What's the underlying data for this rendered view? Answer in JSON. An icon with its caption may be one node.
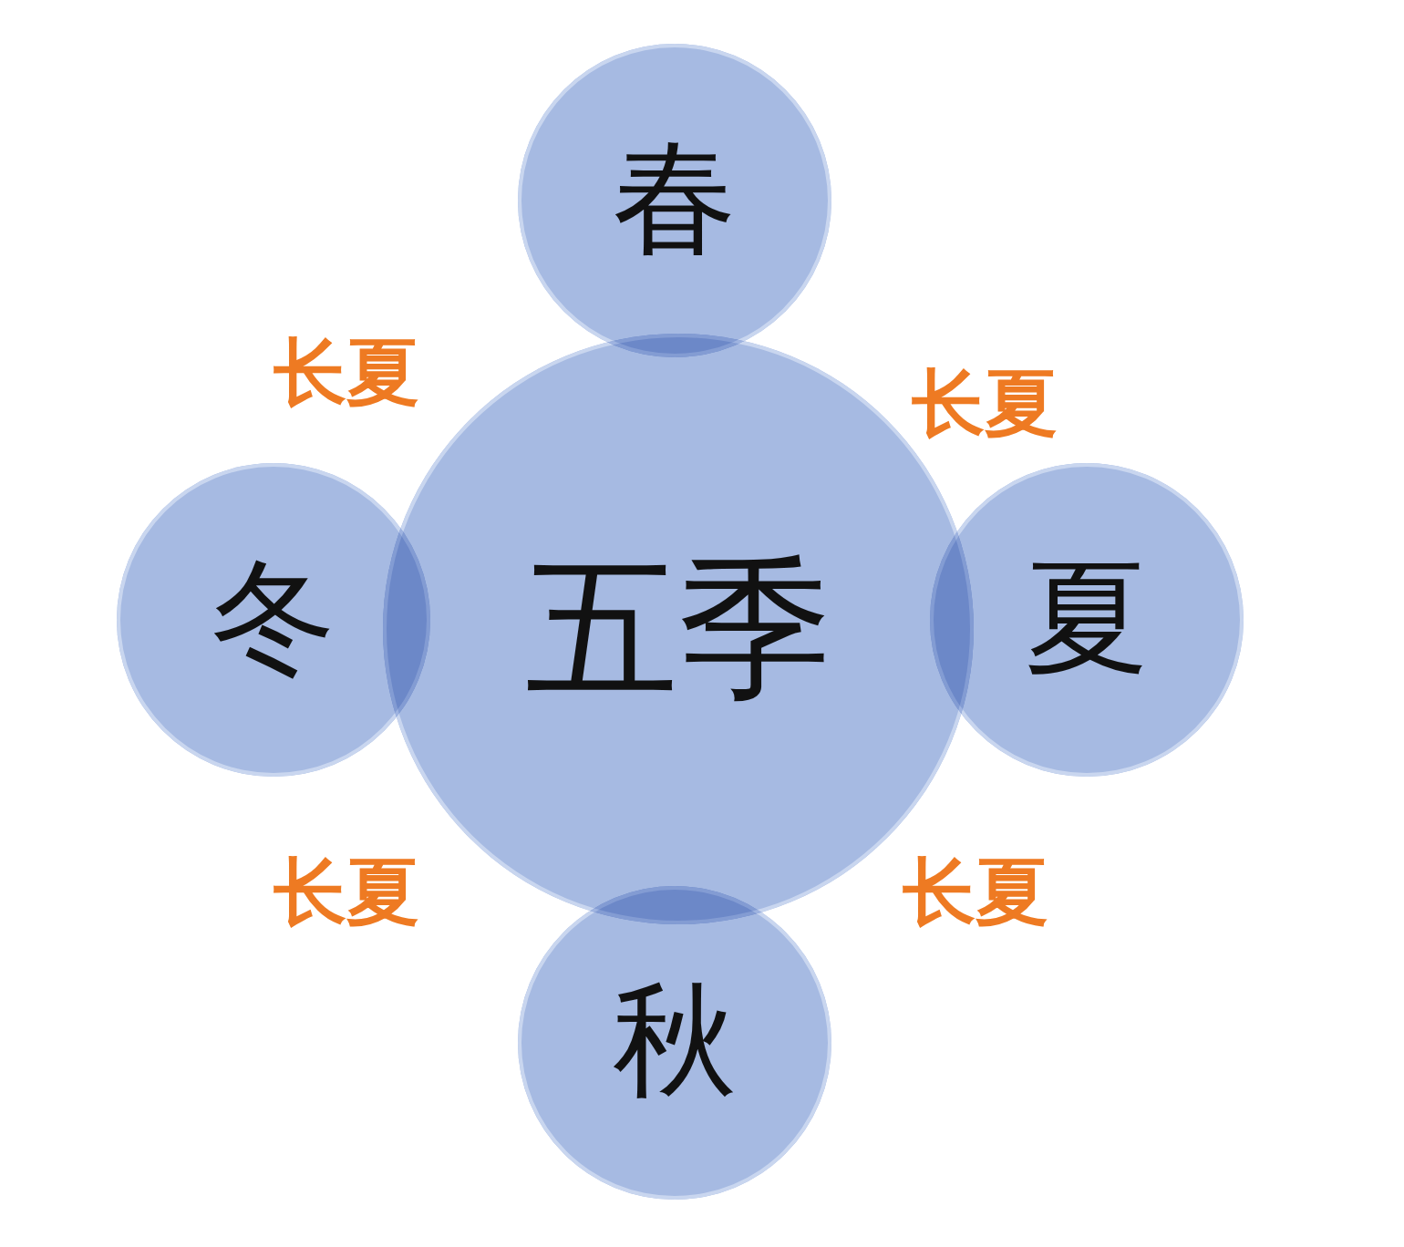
{
  "diagram": {
    "nodes": [
      {
        "text": [
          "春"
        ]
      },
      {
        "text": [
          "冬"
        ]
      },
      {
        "text": [
          "五季"
        ]
      },
      {
        "text": [
          "夏"
        ]
      },
      {
        "text": [
          "秋"
        ]
      }
    ],
    "labels": [
      "长夏",
      "长夏",
      "长夏",
      "长夏"
    ]
  }
}
